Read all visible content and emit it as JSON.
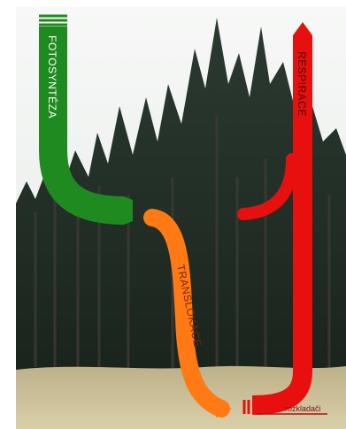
{
  "labels": {
    "photosynthesis": "FOTOSYNTÉZA",
    "translocation": "TRANSLOKACE",
    "respiration": "RESPIRACE",
    "ground": "rozkladači"
  },
  "colors": {
    "photosynthesis": "#1f8a1f",
    "translocation": "#ff7a14",
    "respiration": "#e80f0f",
    "sky": "#f2f4f2",
    "forest_dark": "#1c2a22",
    "ground": "#c9bc8c"
  }
}
